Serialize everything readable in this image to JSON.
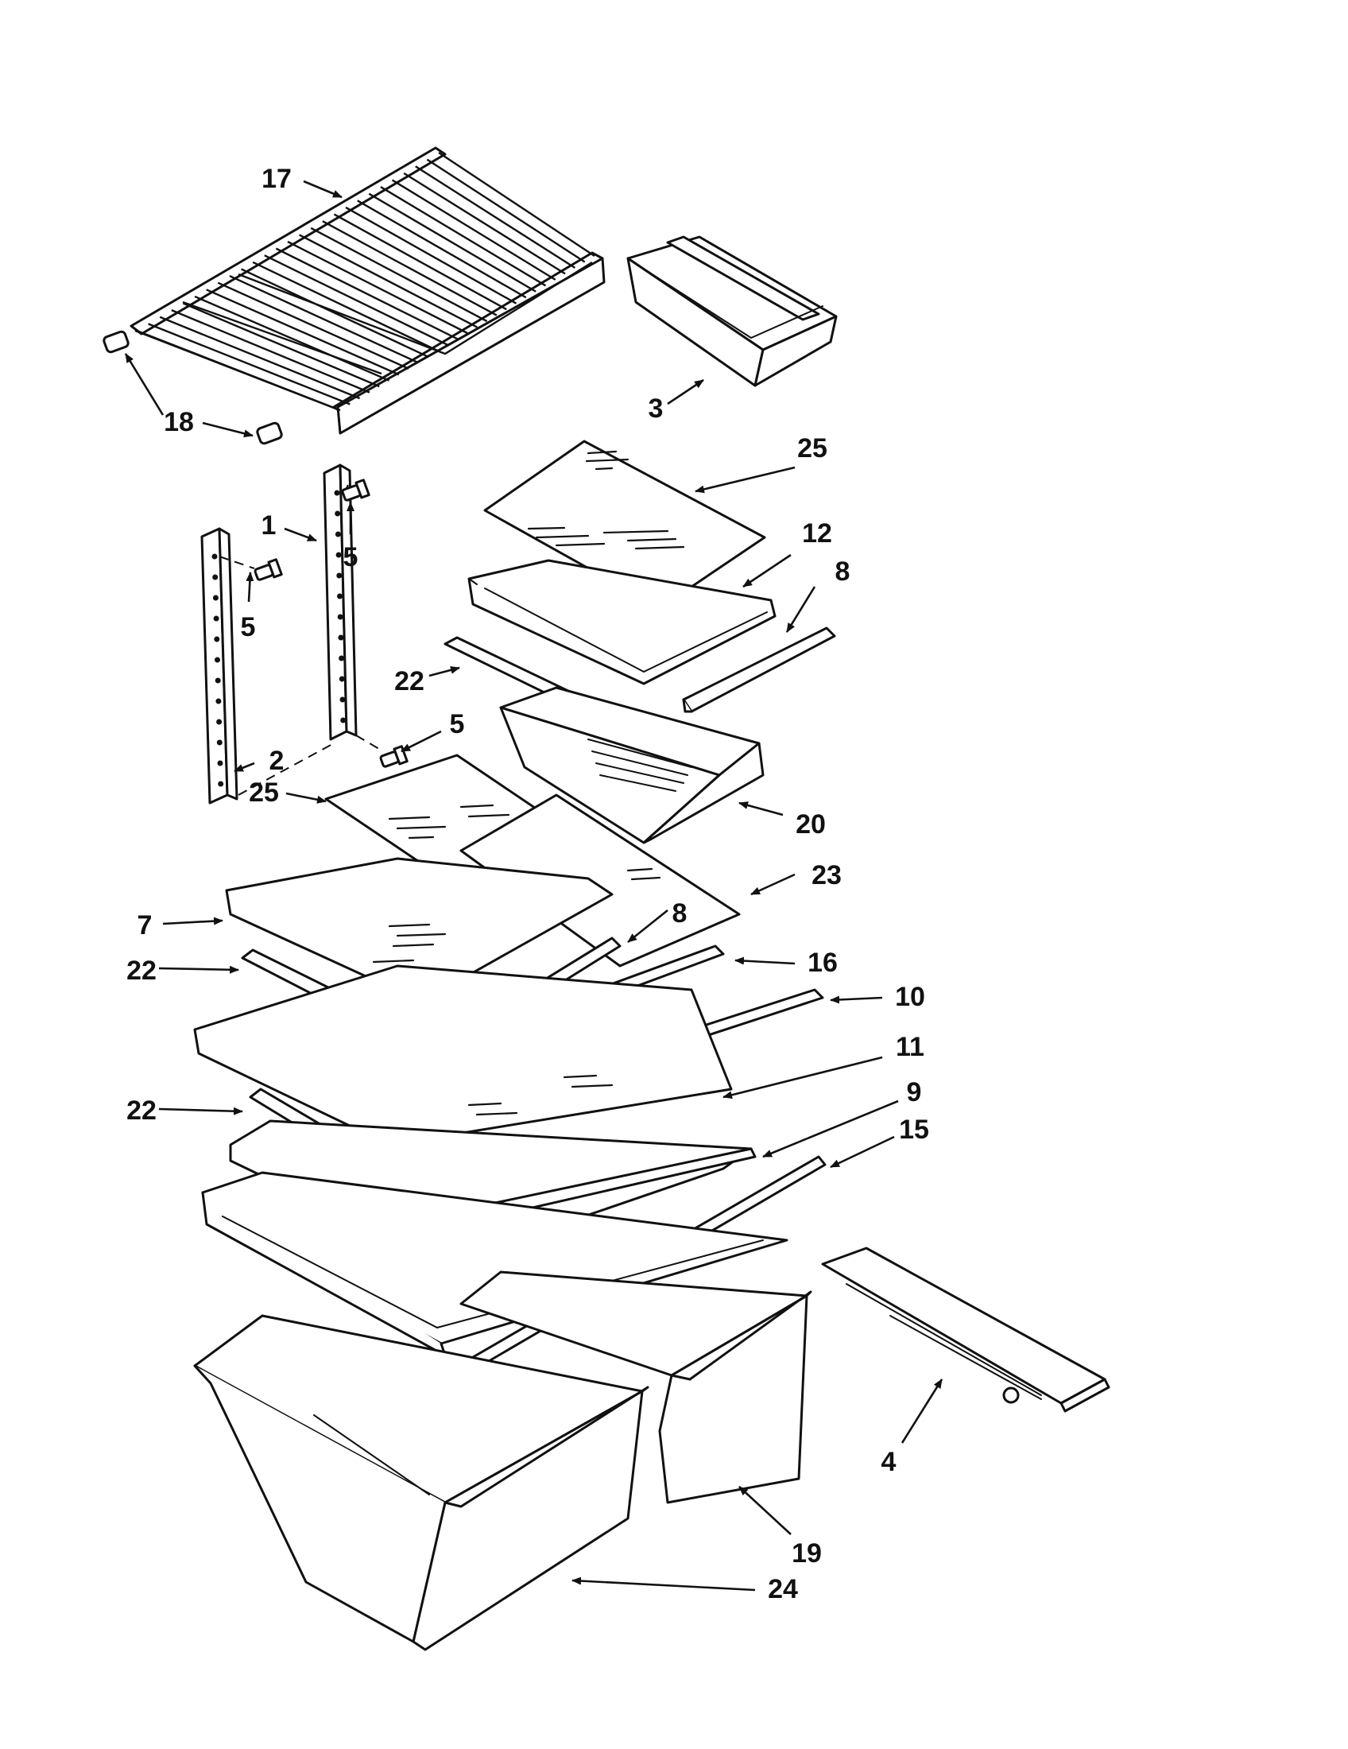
{
  "diagram": {
    "callouts": [
      {
        "id": "c17",
        "label": "17"
      },
      {
        "id": "c18",
        "label": "18"
      },
      {
        "id": "c3",
        "label": "3"
      },
      {
        "id": "c25a",
        "label": "25"
      },
      {
        "id": "c1",
        "label": "1"
      },
      {
        "id": "c5a",
        "label": "5"
      },
      {
        "id": "c5b",
        "label": "5"
      },
      {
        "id": "c12",
        "label": "12"
      },
      {
        "id": "c8a",
        "label": "8"
      },
      {
        "id": "c22a",
        "label": "22"
      },
      {
        "id": "c5c",
        "label": "5"
      },
      {
        "id": "c2",
        "label": "2"
      },
      {
        "id": "c20",
        "label": "20"
      },
      {
        "id": "c25b",
        "label": "25"
      },
      {
        "id": "c23",
        "label": "23"
      },
      {
        "id": "c7",
        "label": "7"
      },
      {
        "id": "c8b",
        "label": "8"
      },
      {
        "id": "c22b",
        "label": "22"
      },
      {
        "id": "c16",
        "label": "16"
      },
      {
        "id": "c10",
        "label": "10"
      },
      {
        "id": "c11",
        "label": "11"
      },
      {
        "id": "c22c",
        "label": "22"
      },
      {
        "id": "c9",
        "label": "9"
      },
      {
        "id": "c15",
        "label": "15"
      },
      {
        "id": "c4",
        "label": "4"
      },
      {
        "id": "c19",
        "label": "19"
      },
      {
        "id": "c24",
        "label": "24"
      }
    ]
  }
}
